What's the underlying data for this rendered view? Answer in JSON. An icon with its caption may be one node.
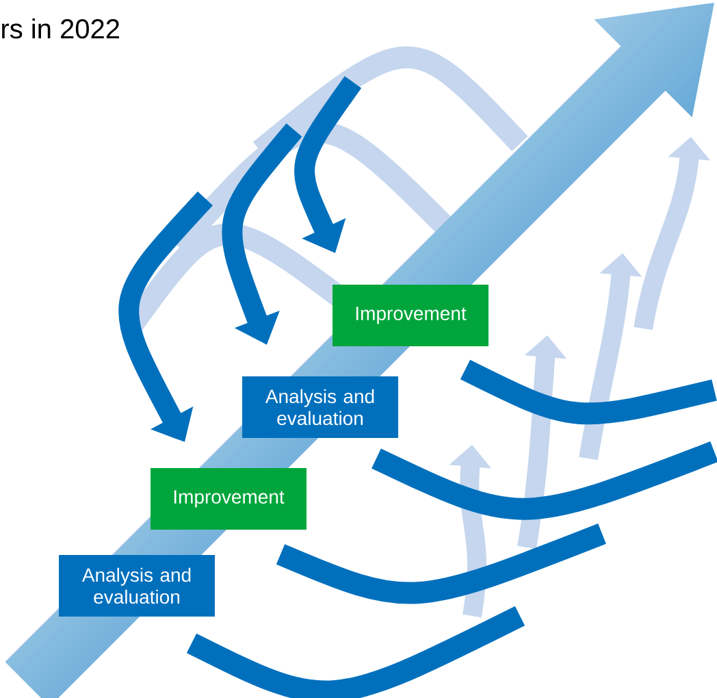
{
  "diagram": {
    "title": "rs in 2022",
    "nodes": [
      {
        "text": [
          "Improvement"
        ]
      },
      {
        "text": [
          "Analysis and evaluation"
        ]
      },
      {
        "text": [
          "Improvement"
        ]
      },
      {
        "text": [
          "Analysis and evaluation"
        ]
      }
    ]
  }
}
